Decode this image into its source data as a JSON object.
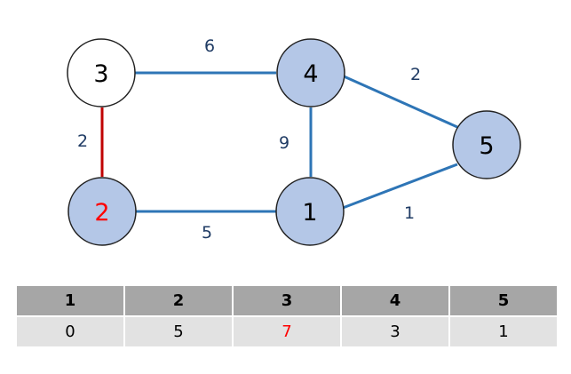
{
  "colors": {
    "edge": "#2e75b6",
    "highlight_edge": "#c00000",
    "node_fill_visited": "#b4c7e7",
    "node_fill_unvisited": "#ffffff",
    "node_stroke": "#222222",
    "highlight_text": "#ff0000",
    "weight_text": "#1f3b64"
  },
  "graph": {
    "nodes": [
      {
        "id": "3",
        "label": "3",
        "filled": false,
        "highlight": false
      },
      {
        "id": "4",
        "label": "4",
        "filled": true,
        "highlight": false
      },
      {
        "id": "5",
        "label": "5",
        "filled": true,
        "highlight": false
      },
      {
        "id": "2",
        "label": "2",
        "filled": true,
        "highlight": true
      },
      {
        "id": "1",
        "label": "1",
        "filled": true,
        "highlight": false
      }
    ],
    "edges": [
      {
        "from": "3",
        "to": "4",
        "weight": "6",
        "highlight": false
      },
      {
        "from": "4",
        "to": "5",
        "weight": "2",
        "highlight": false
      },
      {
        "from": "4",
        "to": "1",
        "weight": "9",
        "highlight": false
      },
      {
        "from": "3",
        "to": "2",
        "weight": "2",
        "highlight": true
      },
      {
        "from": "2",
        "to": "1",
        "weight": "5",
        "highlight": false
      },
      {
        "from": "1",
        "to": "5",
        "weight": "1",
        "highlight": false
      }
    ]
  },
  "table": {
    "headers": [
      "1",
      "2",
      "3",
      "4",
      "5"
    ],
    "values": [
      "0",
      "5",
      "7",
      "3",
      "1"
    ],
    "highlight_index": 2
  }
}
